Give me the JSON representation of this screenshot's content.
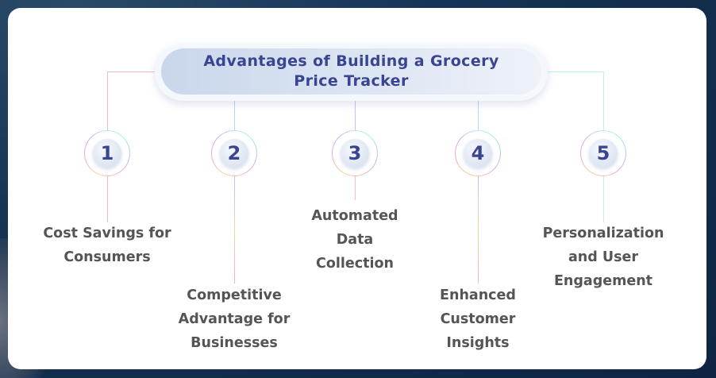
{
  "title": "Advantages of Building a Grocery Price Tracker",
  "items": [
    {
      "number": "1",
      "label": "Cost Savings for Consumers"
    },
    {
      "number": "2",
      "label": "Competitive Advantage for Businesses"
    },
    {
      "number": "3",
      "label": "Automated Data Collection"
    },
    {
      "number": "4",
      "label": "Enhanced Customer Insights"
    },
    {
      "number": "5",
      "label": "Personalization and User Engagement"
    }
  ],
  "colors": {
    "title_text": "#3a4592",
    "number_text": "#3a4592",
    "label_text": "#555557",
    "background": "#163456",
    "card": "#ffffff"
  }
}
